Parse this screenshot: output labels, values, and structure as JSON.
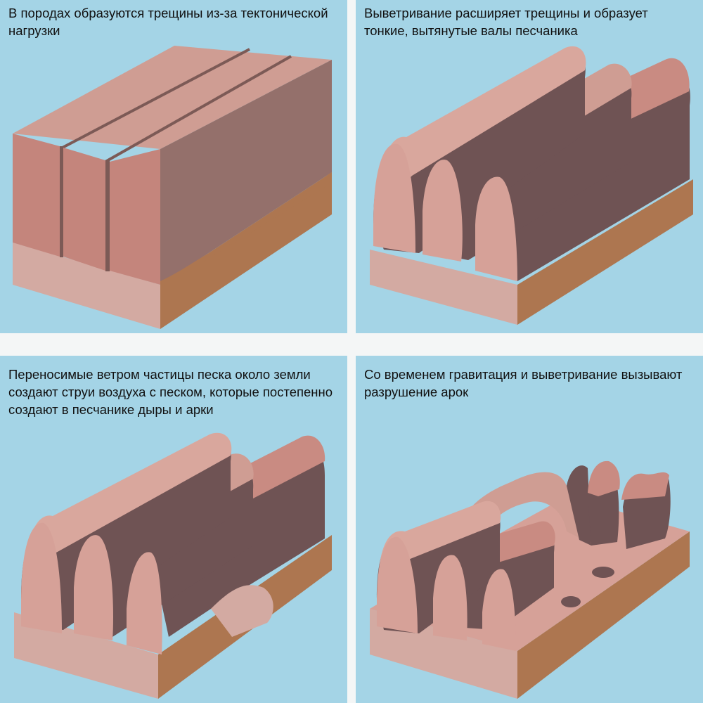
{
  "panels": [
    {
      "caption": "В породах образуются трещины из-за тектонической нагрузки"
    },
    {
      "caption": "Выветривание расширяет трещины и образует тонкие, вытянутые валы песчаника"
    },
    {
      "caption": "Переносимые ветром частицы песка около земли создают струи воздуха с песком, которые постепенно создают в песчанике дыры и арки"
    },
    {
      "caption": "Со временем гравитация и выветривание вызывают разрушение арок"
    }
  ],
  "colors": {
    "sky": "#a4d4e6",
    "rock_top": "#d9a79d",
    "rock_front": "#c98b82",
    "rock_side": "#94706b",
    "rock_shadow": "#6f5354",
    "base_light": "#d3aaa2",
    "base_brown": "#ad7650"
  }
}
